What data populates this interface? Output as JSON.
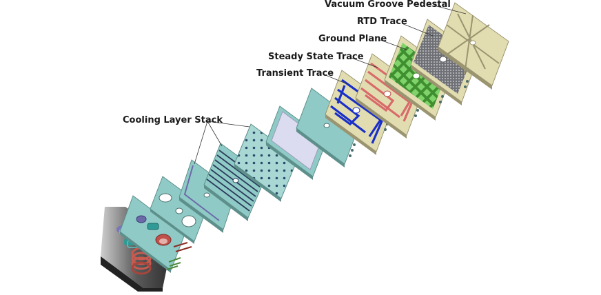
{
  "labels": {
    "vacuum_groove_pedestal": "Vacuum Groove Pedestal",
    "rtd_trace": "RTD Trace",
    "ground_plane": "Ground Plane",
    "steady_state_trace": "Steady State Trace",
    "transient_trace": "Transient Trace",
    "cooling_layer_stack": "Cooling Layer Stack"
  },
  "colors": {
    "plate_teal": "#8fcac6",
    "plate_edge": "#5d8f8b",
    "pedestal_beige": "#e2ddb0",
    "rtd_gray": "#8f9095",
    "ground_green": "#5db84a",
    "steady_red": "#d86a6a",
    "transient_blue": "#1a2fc8",
    "window_lavender": "#dcdcf0",
    "base_dark": "#3a3a3a",
    "coil_red": "#c85a50",
    "coil_purple": "#8a86c8",
    "coil_teal": "#2f9a96"
  }
}
